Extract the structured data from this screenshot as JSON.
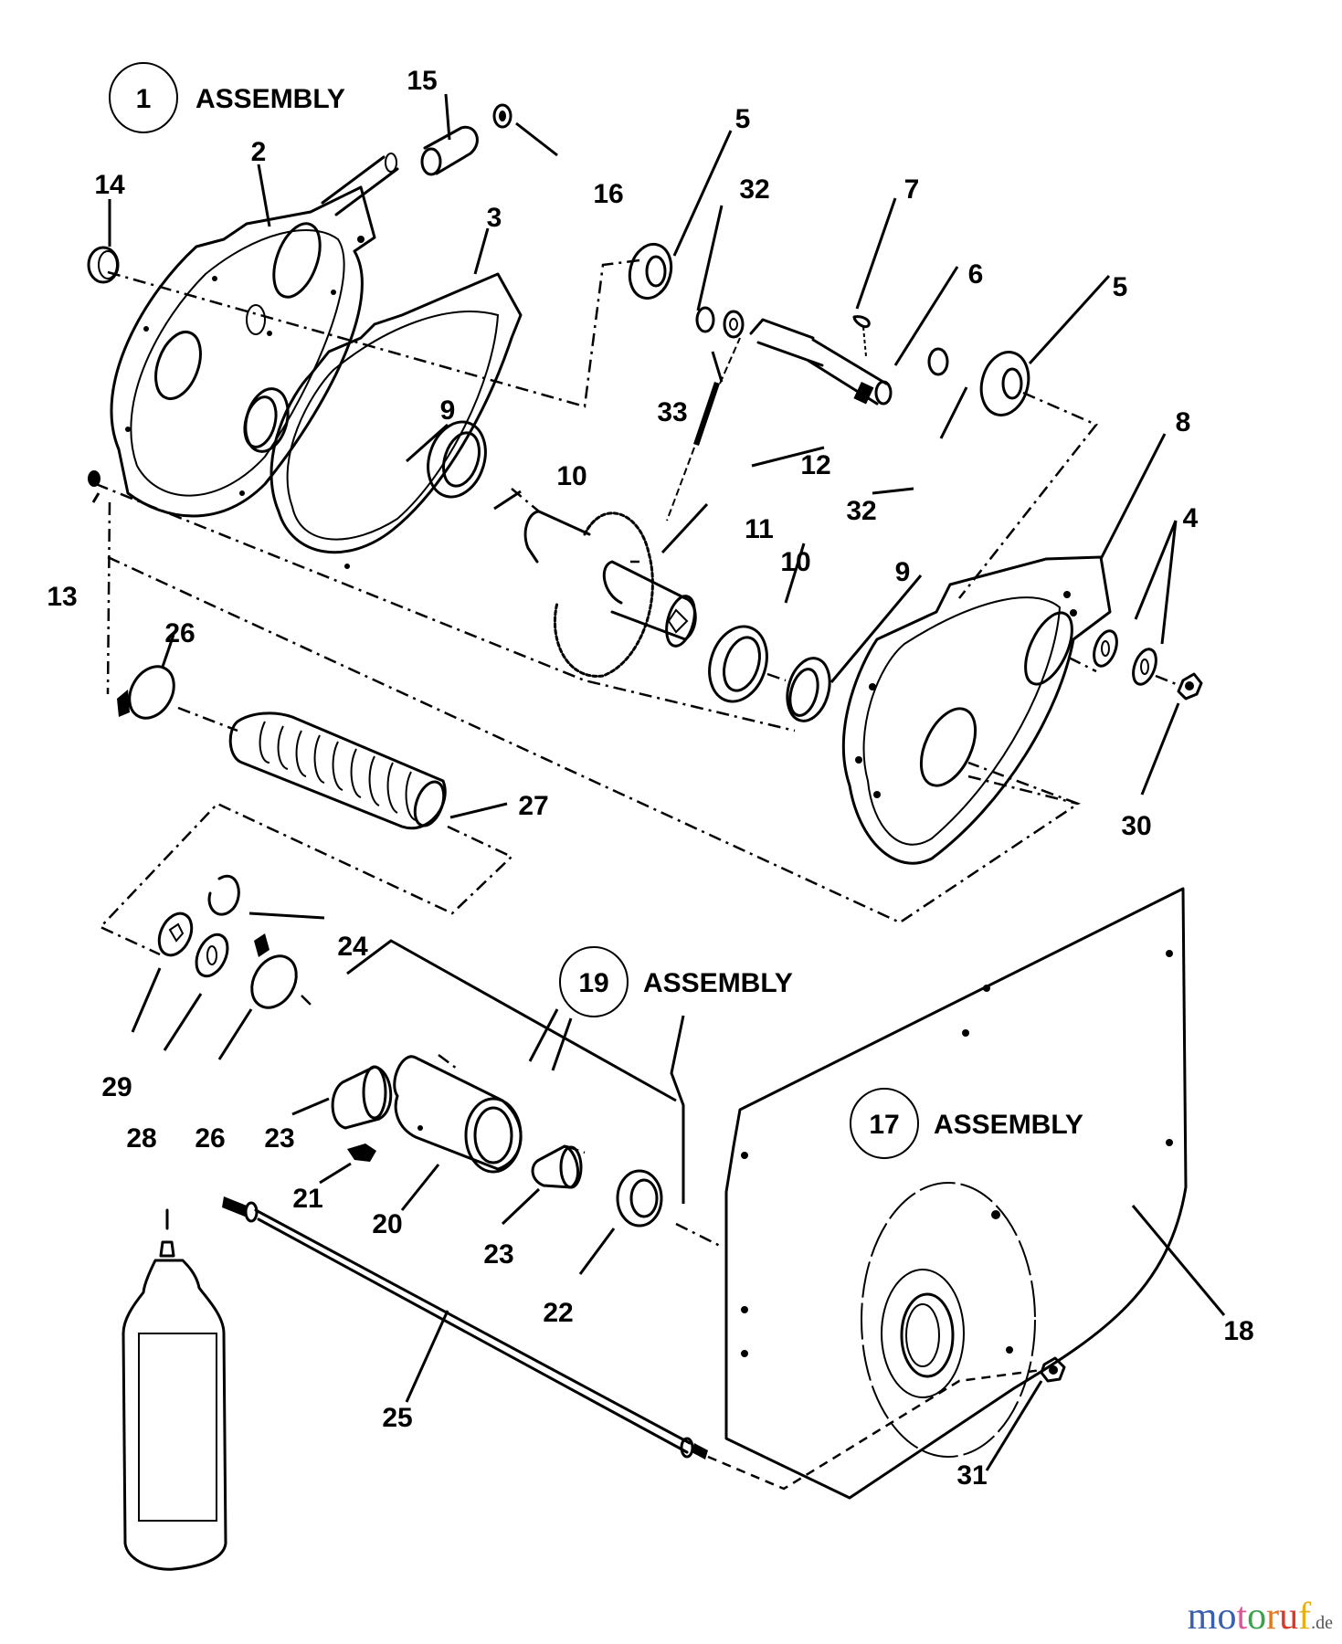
{
  "diagram": {
    "title": "Gearcase exploded parts diagram",
    "assemblies": [
      {
        "number": "1",
        "label": "ASSEMBLY"
      },
      {
        "number": "19",
        "label": "ASSEMBLY"
      },
      {
        "number": "17",
        "label": "ASSEMBLY"
      }
    ],
    "callouts": {
      "c2": "2",
      "c3": "3",
      "c4": "4",
      "c5a": "5",
      "c5b": "5",
      "c6": "6",
      "c7": "7",
      "c8": "8",
      "c9a": "9",
      "c9b": "9",
      "c10a": "10",
      "c10b": "10",
      "c11": "11",
      "c12": "12",
      "c13": "13",
      "c14": "14",
      "c15": "15",
      "c16": "16",
      "c18": "18",
      "c20": "20",
      "c21": "21",
      "c22": "22",
      "c23a": "23",
      "c23b": "23",
      "c24": "24",
      "c25": "25",
      "c26a": "26",
      "c26b": "26",
      "c27": "27",
      "c28": "28",
      "c29": "29",
      "c30": "30",
      "c31": "31",
      "c32a": "32",
      "c32b": "32",
      "c33": "33"
    }
  },
  "watermark": {
    "letters": [
      {
        "ch": "m",
        "color": "#3a5fb0"
      },
      {
        "ch": "o",
        "color": "#3a5fb0"
      },
      {
        "ch": "t",
        "color": "#e0559a"
      },
      {
        "ch": "o",
        "color": "#3aa34a"
      },
      {
        "ch": "r",
        "color": "#e07a1f"
      },
      {
        "ch": "u",
        "color": "#d83a2a"
      },
      {
        "ch": "f",
        "color": "#e8b010"
      }
    ],
    "tld": ".de"
  }
}
